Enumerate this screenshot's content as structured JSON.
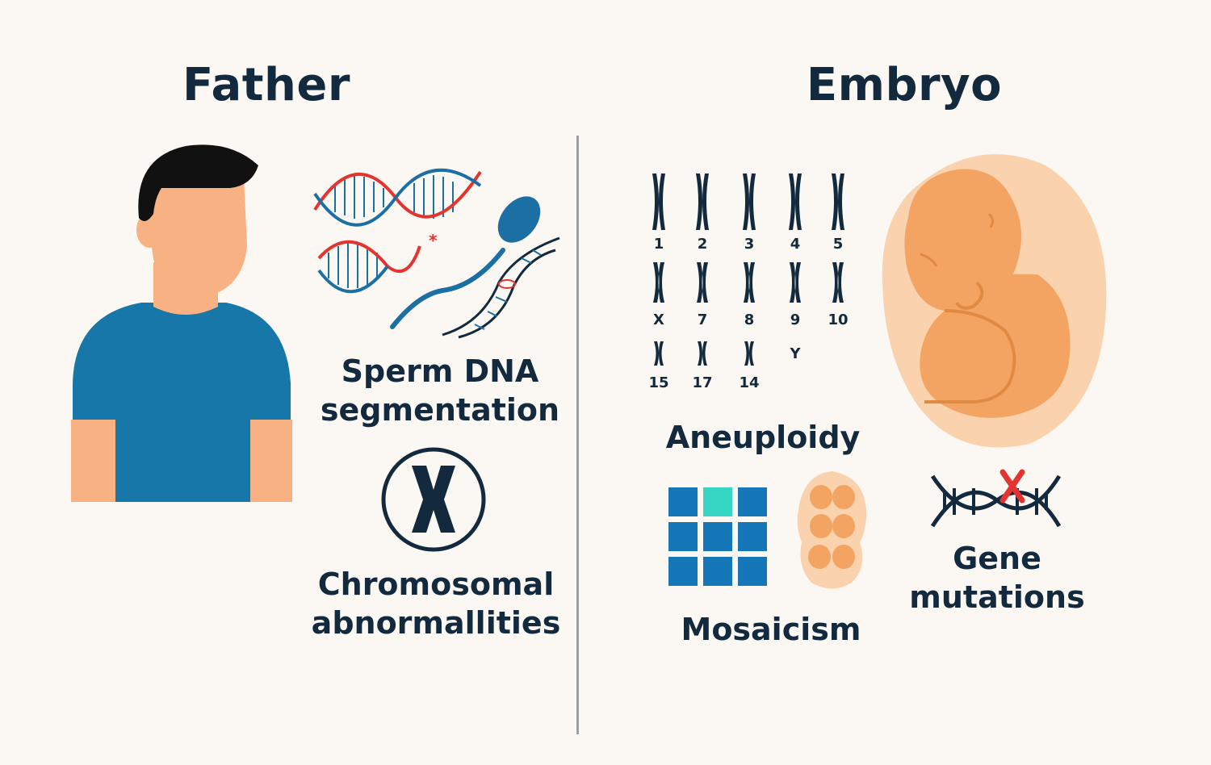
{
  "father": {
    "title": "Father",
    "sperm_label": [
      "Sperm DNA",
      "segmentation"
    ],
    "chromosomal_label": [
      "Chromosomal",
      "abnormallities"
    ]
  },
  "embryo": {
    "title": "Embryo",
    "karyotype_numbers": [
      "1",
      "2",
      "3",
      "4",
      "5",
      "X",
      "7",
      "8",
      "9",
      "10",
      "15",
      "17",
      "14",
      "Y"
    ],
    "aneuploidy_label": "Aneuploidy",
    "mosaicism_label": "Mosaicism",
    "gene_label": [
      "Gene",
      "mutations"
    ]
  },
  "colors": {
    "navy": "#132a3e",
    "shirt_blue": "#1677a8",
    "skin": "#f7b183",
    "hair": "#111111",
    "dna_red": "#e3342f",
    "dna_blue": "#1b6fa3",
    "embryo_orange": "#f4a462",
    "embryo_sac": "#fad2ad",
    "grid_blue": "#1677b8",
    "grid_teal": "#37d6c4"
  },
  "icons": [
    "person-icon",
    "dna-helix-icon",
    "sperm-icon",
    "chromosome-x-icon",
    "karyotype-icon",
    "fetus-icon",
    "cell-grid-icon",
    "blastocyst-icon",
    "dna-mutation-icon"
  ]
}
